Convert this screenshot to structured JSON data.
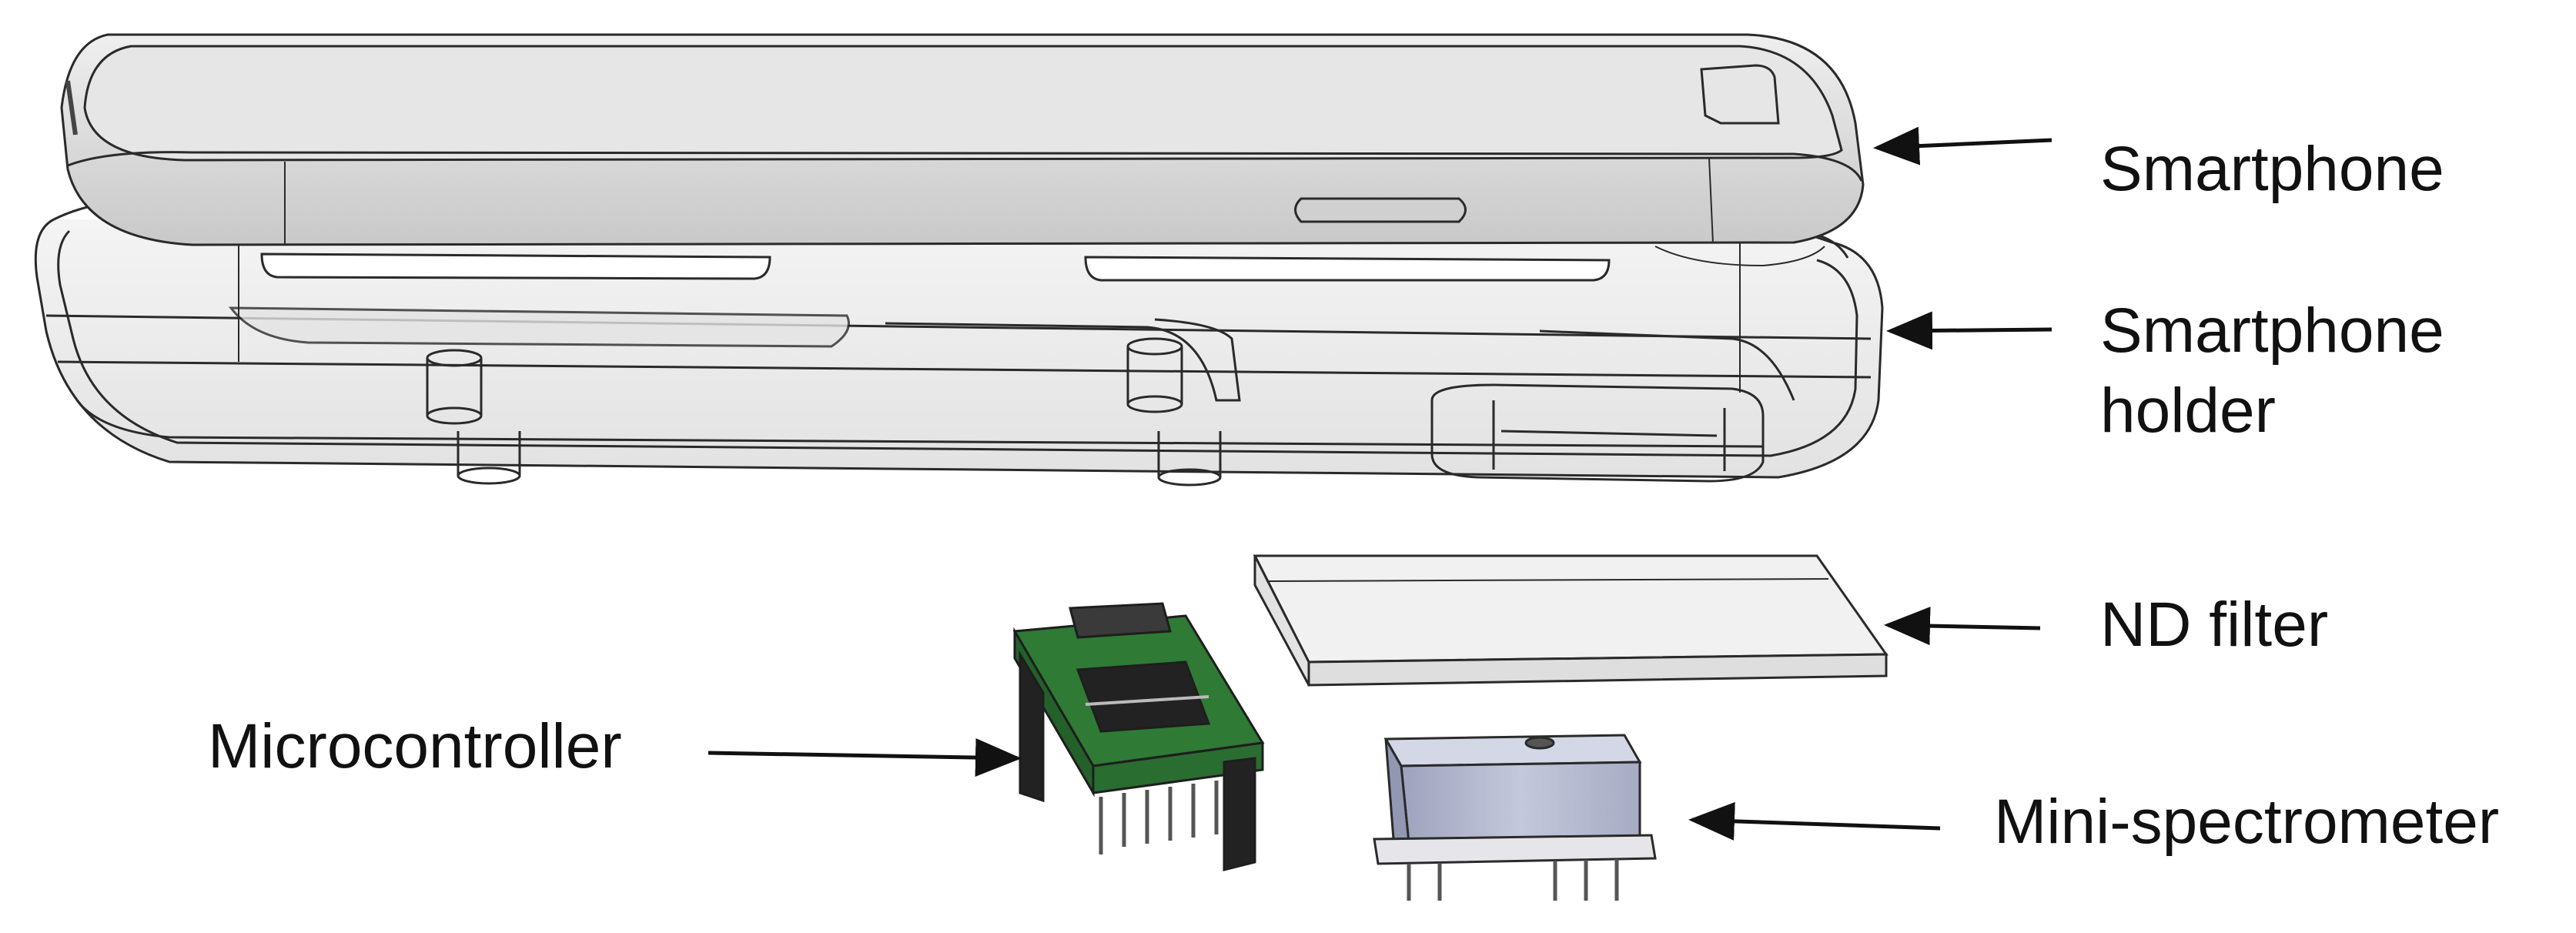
{
  "labels": {
    "smartphone": "Smartphone",
    "holder_line1": "Smartphone",
    "holder_line2": "holder",
    "nd_filter": "ND filter",
    "microcontroller": "Microcontroller",
    "mini_spectrometer": "Mini-spectrometer"
  },
  "colors": {
    "outline": "#2a2a2a",
    "phone_fill": "#dcdcdc",
    "holder_fill": "#ececec",
    "pcb_green": "#2f7a34",
    "spectrometer_fill": "#b9bdd2",
    "arrow": "#111111"
  }
}
